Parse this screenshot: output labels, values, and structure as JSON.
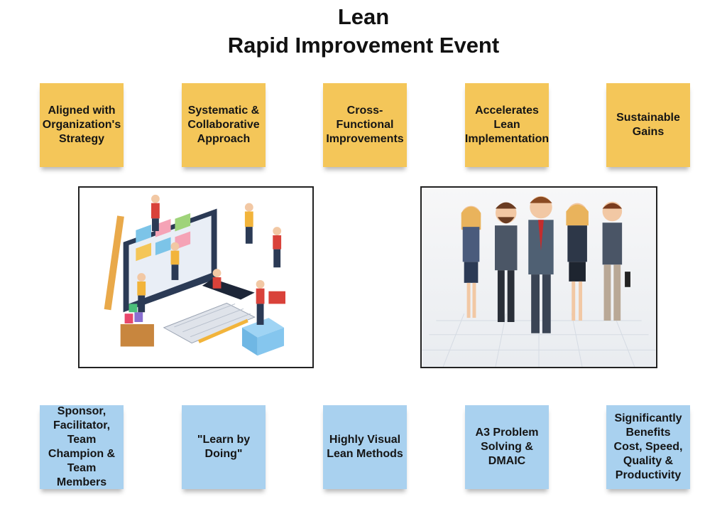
{
  "header": {
    "title_line1": "Lean",
    "title_line2": "Rapid Improvement Event"
  },
  "benefits": [
    {
      "lines": [
        "Aligned with",
        "Organization's",
        "Strategy"
      ]
    },
    {
      "lines": [
        "Systematic &",
        "Collaborative",
        "Approach"
      ]
    },
    {
      "lines": [
        "Cross-",
        "Functional",
        "Improvements"
      ]
    },
    {
      "lines": [
        "Accelerates",
        "Lean",
        "Implementation"
      ]
    },
    {
      "lines": [
        "Sustainable",
        "Gains"
      ]
    }
  ],
  "features": [
    {
      "lines": [
        "Sponsor,",
        "Facilitator,",
        "Team",
        "Champion &",
        "Team Members"
      ]
    },
    {
      "lines": [
        "\"Learn by",
        "Doing\""
      ]
    },
    {
      "lines": [
        "Highly Visual",
        "Lean Methods"
      ]
    },
    {
      "lines": [
        "A3 Problem",
        "Solving &",
        "DMAIC"
      ]
    },
    {
      "lines": [
        "Significantly",
        "Benefits",
        "Cost, Speed,",
        "Quality &",
        "Productivity"
      ]
    }
  ],
  "colors": {
    "benefit_note": "#f4c659",
    "feature_note": "#a9d1ef"
  },
  "icons": {
    "left_image": "team-building-dashboard-illustration",
    "right_image": "business-team-illustration"
  }
}
